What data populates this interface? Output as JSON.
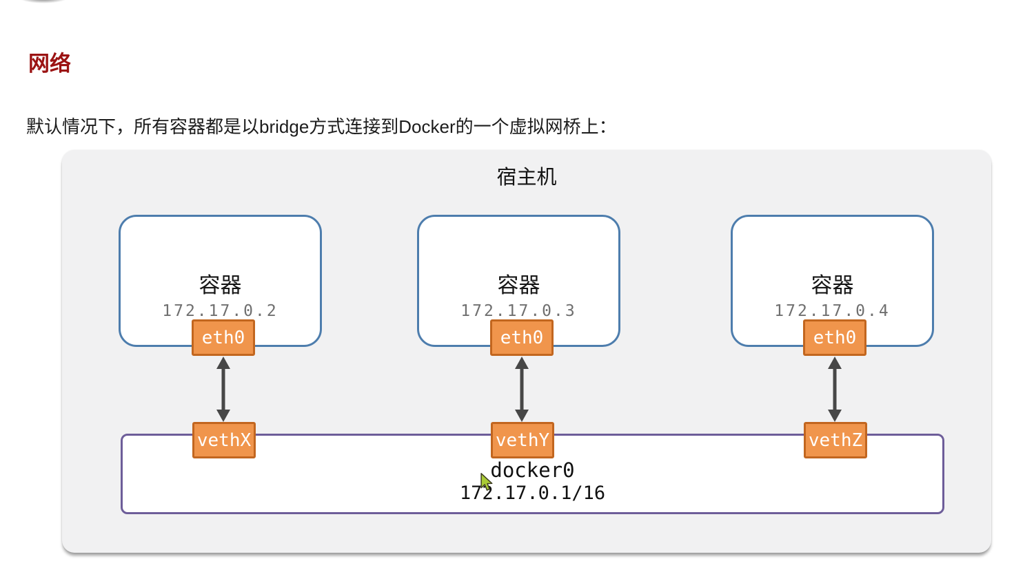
{
  "page": {
    "title": "网络",
    "intro": "默认情况下，所有容器都是以bridge方式连接到Docker的一个虚拟网桥上："
  },
  "diagram": {
    "host_label": "宿主机",
    "containers": [
      {
        "label": "容器",
        "ip": "172.17.0.2",
        "nic": "eth0",
        "veth": "vethX"
      },
      {
        "label": "容器",
        "ip": "172.17.0.3",
        "nic": "eth0",
        "veth": "vethY"
      },
      {
        "label": "容器",
        "ip": "172.17.0.4",
        "nic": "eth0",
        "veth": "vethZ"
      }
    ],
    "bridge": {
      "name": "docker0",
      "ip": "172.17.0.1/16"
    }
  },
  "icons": {
    "cursor": "mouse-pointer"
  },
  "colors": {
    "title_red": "#9b1313",
    "container_border_blue": "#4d7dad",
    "nic_fill_orange": "#f0954c",
    "nic_border_orange": "#c2661f",
    "bridge_border_purple": "#6d5d99",
    "host_fill_gray": "#f1f1f2",
    "arrow_gray": "#474747",
    "ip_text_gray": "#6f6f6f",
    "cursor_green": "#aacb36"
  }
}
